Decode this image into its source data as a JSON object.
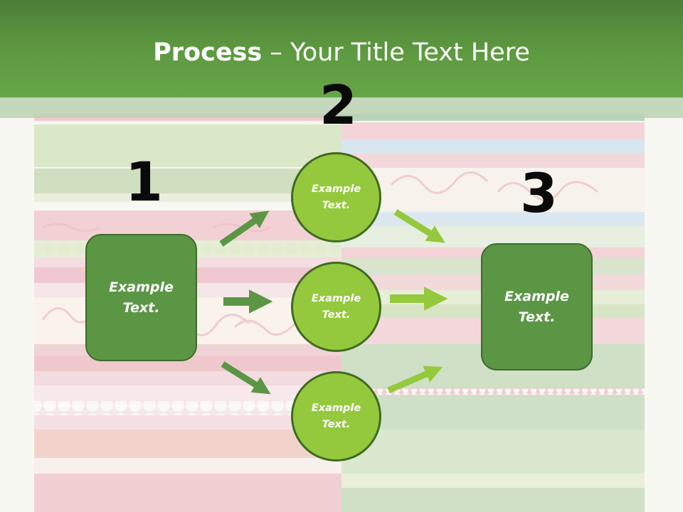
{
  "slide": {
    "title_bold": "Process",
    "title_rest": " – Your Title Text Here"
  },
  "steps": [
    "1",
    "2",
    "3"
  ],
  "left_box": {
    "label": "Example\nText."
  },
  "right_box": {
    "label": "Example\nText."
  },
  "circles": [
    {
      "label": "Example\nText."
    },
    {
      "label": "Example\nText."
    },
    {
      "label": "Example\nText."
    }
  ],
  "colors": {
    "title_bar": "#5e9a41",
    "box_fill": "#5b9645",
    "circle_fill": "#95c93d",
    "arrow_dark": "#5b9645",
    "arrow_light": "#95c93d"
  }
}
